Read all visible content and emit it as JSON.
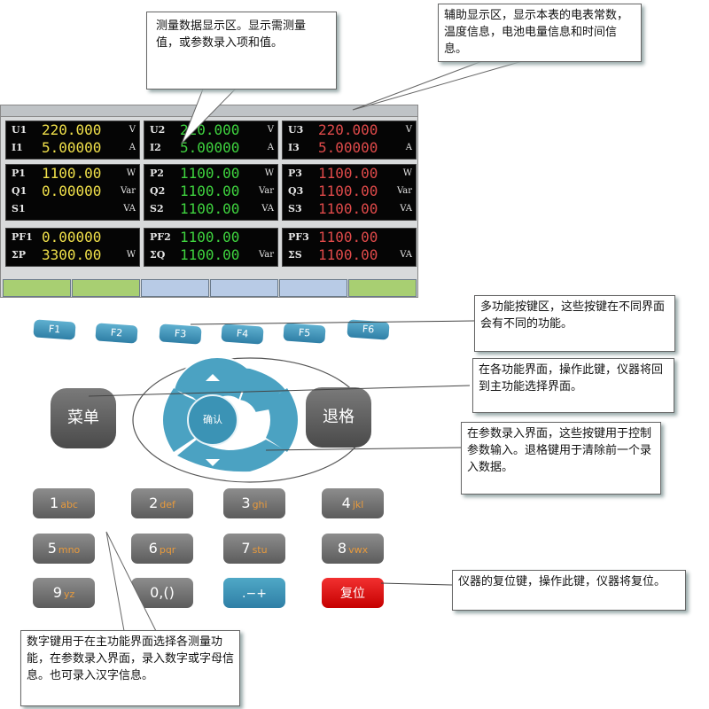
{
  "screen": {
    "phases": [
      {
        "rows": [
          {
            "label": "U1",
            "value": "220.000",
            "unit": "V"
          },
          {
            "label": "I1",
            "value": "5.00000",
            "unit": "A"
          }
        ]
      },
      {
        "rows": [
          {
            "label": "U2",
            "value": "220.000",
            "unit": "V"
          },
          {
            "label": "I2",
            "value": "5.00000",
            "unit": "A"
          }
        ]
      },
      {
        "rows": [
          {
            "label": "U3",
            "value": "220.000",
            "unit": "V"
          },
          {
            "label": "I3",
            "value": "5.00000",
            "unit": "A"
          }
        ]
      }
    ],
    "power": [
      {
        "rows": [
          {
            "label": "P1",
            "value": "1100.00",
            "unit": "W"
          },
          {
            "label": "Q1",
            "value": "0.00000",
            "unit": "Var"
          },
          {
            "label": "S1",
            "value": "",
            "unit": "VA"
          }
        ]
      },
      {
        "rows": [
          {
            "label": "P2",
            "value": "1100.00",
            "unit": "W"
          },
          {
            "label": "Q2",
            "value": "1100.00",
            "unit": "Var"
          },
          {
            "label": "S2",
            "value": "1100.00",
            "unit": "VA"
          }
        ]
      },
      {
        "rows": [
          {
            "label": "P3",
            "value": "1100.00",
            "unit": "W"
          },
          {
            "label": "Q3",
            "value": "1100.00",
            "unit": "Var"
          },
          {
            "label": "S3",
            "value": "1100.00",
            "unit": "VA"
          }
        ]
      }
    ],
    "totals": [
      {
        "rows": [
          {
            "label": "PF1",
            "value": "0.00000",
            "unit": ""
          },
          {
            "label": "ΣP",
            "value": "3300.00",
            "unit": "W"
          }
        ]
      },
      {
        "rows": [
          {
            "label": "PF2",
            "value": "1100.00",
            "unit": ""
          },
          {
            "label": "ΣQ",
            "value": "1100.00",
            "unit": "Var"
          }
        ]
      },
      {
        "rows": [
          {
            "label": "PF3",
            "value": "1100.00",
            "unit": ""
          },
          {
            "label": "ΣS",
            "value": "1100.00",
            "unit": "VA"
          }
        ]
      }
    ],
    "colors": {
      "phase1": "#f0e04a",
      "phase2": "#3fd43f",
      "phase3": "#e04a4a"
    }
  },
  "fkeys": [
    "F1",
    "F2",
    "F3",
    "F4",
    "F5",
    "F6"
  ],
  "keys": {
    "menu": "菜单",
    "back": "退格",
    "confirm": "确认",
    "reset": "复位",
    "num": [
      {
        "d": "1",
        "s": "abc"
      },
      {
        "d": "2",
        "s": "def"
      },
      {
        "d": "3",
        "s": "ghi"
      },
      {
        "d": "4",
        "s": "jkl"
      },
      {
        "d": "5",
        "s": "mno"
      },
      {
        "d": "6",
        "s": "pqr"
      },
      {
        "d": "7",
        "s": "stu"
      },
      {
        "d": "8",
        "s": "vwx"
      },
      {
        "d": "9",
        "s": "yz"
      },
      {
        "d": "0,()",
        "s": ""
      },
      {
        "d": ".−+",
        "s": ""
      }
    ]
  },
  "callouts": {
    "data_area": "测量数据显示区。显示需测量值，或参数录入项和值。",
    "aux_area": "辅助显示区，显示本表的电表常数，温度信息，电池电量信息和时间信息。",
    "fkeys": "多功能按键区，这些按键在不同界面会有不同的功能。",
    "menu": "在各功能界面，操作此键，仪器将回到主功能选择界面。",
    "arrows": "在参数录入界面，这些按键用于控制参数输入。退格键用于清除前一个录入数据。",
    "reset": "仪器的复位键，操作此键，仪器将复位。",
    "numeric": "数字键用于在主功能界面选择各测量功能，在参数录入界面，录入数字或字母信息。也可录入汉字信息。"
  }
}
